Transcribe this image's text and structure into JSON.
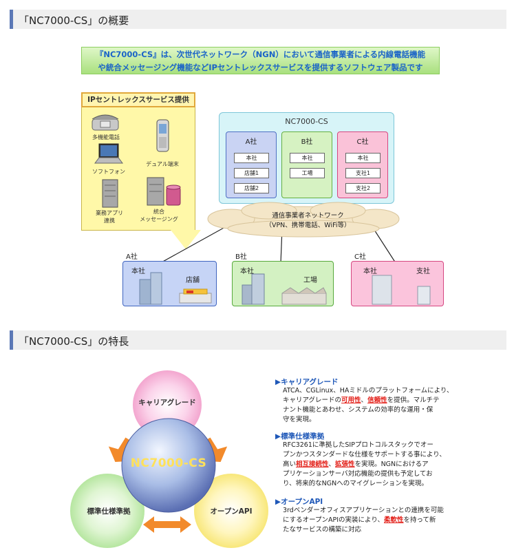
{
  "section1": {
    "title": "「NC7000-CS」の概要"
  },
  "banner": {
    "line1": "『NC7000-CS』は、次世代ネットワーク（NGN）において通信事業者による内線電話機能",
    "line2": "や統合メッセージング機能などIPセントレックスサービスを提供するソフトウェア製品です"
  },
  "ip_service": {
    "title": "IPセントレックスサービス提供",
    "devices": {
      "multi_phone": "多機能電話",
      "dual_terminal": "デュアル端末",
      "softphone": "ソフトフォン",
      "business_app_line1": "業務アプリ",
      "business_app_line2": "連携",
      "unified_line1": "統合",
      "unified_line2": "メッセージング"
    }
  },
  "nc_box": {
    "title": "NC7000-CS",
    "companies": [
      {
        "name": "A社",
        "units": [
          "本社",
          "店舗1",
          "店舗2"
        ]
      },
      {
        "name": "B社",
        "units": [
          "本社",
          "工場"
        ]
      },
      {
        "name": "C社",
        "units": [
          "本社",
          "支社1",
          "支社2"
        ]
      }
    ]
  },
  "cloud": {
    "line1": "通信事業者ネットワーク",
    "line2": "（VPN、携帯電話、WiFi等）"
  },
  "sites": [
    {
      "company": "A社",
      "labels": [
        "本社",
        "店舗"
      ]
    },
    {
      "company": "B社",
      "labels": [
        "本社",
        "工場"
      ]
    },
    {
      "company": "C社",
      "labels": [
        "本社",
        "支社"
      ]
    }
  ],
  "section2": {
    "title": "「NC7000-CS」の特長"
  },
  "diagram": {
    "center": "NC7000-CS",
    "top": "キャリアグレード",
    "left": "標準仕様準拠",
    "right": "オープンAPI"
  },
  "features": [
    {
      "title": "キャリアグレード",
      "pre1": "ATCA、CGLinux、HAミドルのプラットフォームにより、",
      "pre2": "キャリアグレードの",
      "hl1": "可用性",
      "mid1": "、",
      "hl2": "信頼性",
      "post1": "を提供。マルチテ",
      "line3": "ナント機能とあわせ、システムの効率的な運用・保",
      "line4": "守を実現。"
    },
    {
      "title": "標準仕様準拠",
      "line1": "RFC3261に準拠したSIPプロトコルスタックでオー",
      "line2": "プンかつスタンダードな仕様をサポートする事により、",
      "pre3": "高い",
      "hl1": "相互接続性",
      "mid3": "、",
      "hl2": "拡張性",
      "post3": "を実現。NGNにおけるア",
      "line4": "プリケーションサーバ対応機能の提供も予定してお",
      "line5": "り、将来的なNGNへのマイグレーションを実現。"
    },
    {
      "title": "オープンAPI",
      "line1": "3rdベンダーオフィスアプリケーションとの連携を可能",
      "pre2": "にするオープンAPIの実装により、",
      "hl1": "柔軟性",
      "post2": "を持って新",
      "line3": "たなサービスの構築に対応"
    }
  ],
  "colors": {
    "accent": "#5b78b6",
    "feature_title": "#1f58b8",
    "highlight": "#e3211a"
  }
}
